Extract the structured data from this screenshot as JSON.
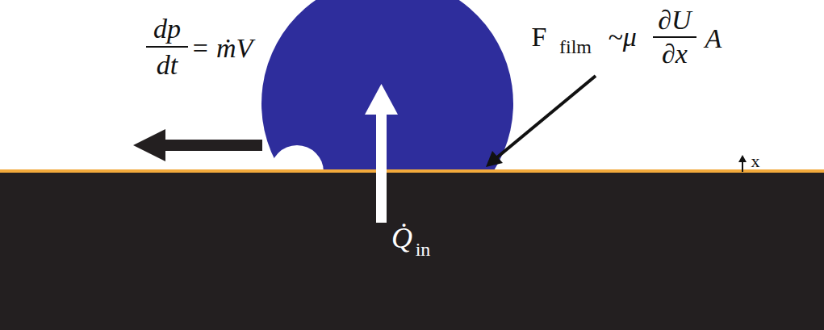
{
  "diagram": {
    "labels": [
      "dp",
      "dt",
      "= ṁV",
      "F",
      "film",
      "~μ",
      "∂U",
      "∂x",
      "A",
      "Q̇",
      "in",
      "x"
    ]
  }
}
